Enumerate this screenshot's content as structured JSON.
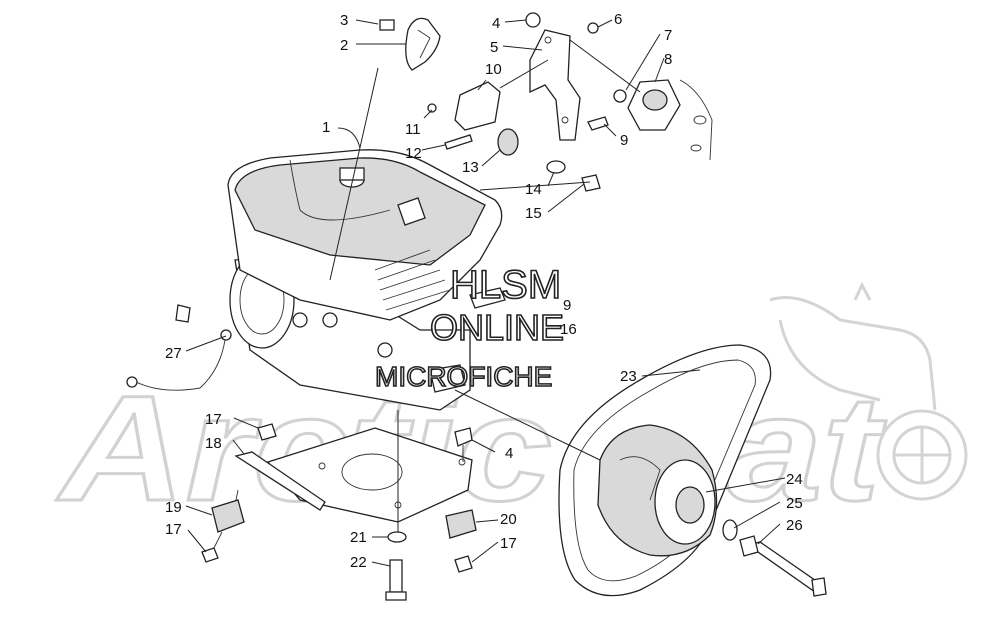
{
  "watermark": {
    "line1": "HLSM",
    "line2": "ONLINE",
    "line3": "MICROFICHE",
    "background_logo": "Arctic Cat",
    "logo_color": "#d7d7d7"
  },
  "callouts": [
    {
      "id": "c1",
      "label": "1"
    },
    {
      "id": "c2",
      "label": "2"
    },
    {
      "id": "c3",
      "label": "3"
    },
    {
      "id": "c4a",
      "label": "4"
    },
    {
      "id": "c5",
      "label": "5"
    },
    {
      "id": "c6",
      "label": "6"
    },
    {
      "id": "c7",
      "label": "7"
    },
    {
      "id": "c8",
      "label": "8"
    },
    {
      "id": "c9a",
      "label": "9"
    },
    {
      "id": "c9b",
      "label": "9"
    },
    {
      "id": "c10",
      "label": "10"
    },
    {
      "id": "c11",
      "label": "11"
    },
    {
      "id": "c12",
      "label": "12"
    },
    {
      "id": "c13",
      "label": "13"
    },
    {
      "id": "c14",
      "label": "14"
    },
    {
      "id": "c15",
      "label": "15"
    },
    {
      "id": "c16",
      "label": "16"
    },
    {
      "id": "c17a",
      "label": "17"
    },
    {
      "id": "c17b",
      "label": "17"
    },
    {
      "id": "c17c",
      "label": "17"
    },
    {
      "id": "c18",
      "label": "18"
    },
    {
      "id": "c19",
      "label": "19"
    },
    {
      "id": "c20",
      "label": "20"
    },
    {
      "id": "c21",
      "label": "21"
    },
    {
      "id": "c22",
      "label": "22"
    },
    {
      "id": "c23",
      "label": "23"
    },
    {
      "id": "c24",
      "label": "24"
    },
    {
      "id": "c25",
      "label": "25"
    },
    {
      "id": "c26",
      "label": "26"
    },
    {
      "id": "c27",
      "label": "27"
    },
    {
      "id": "c4b",
      "label": "4"
    }
  ]
}
